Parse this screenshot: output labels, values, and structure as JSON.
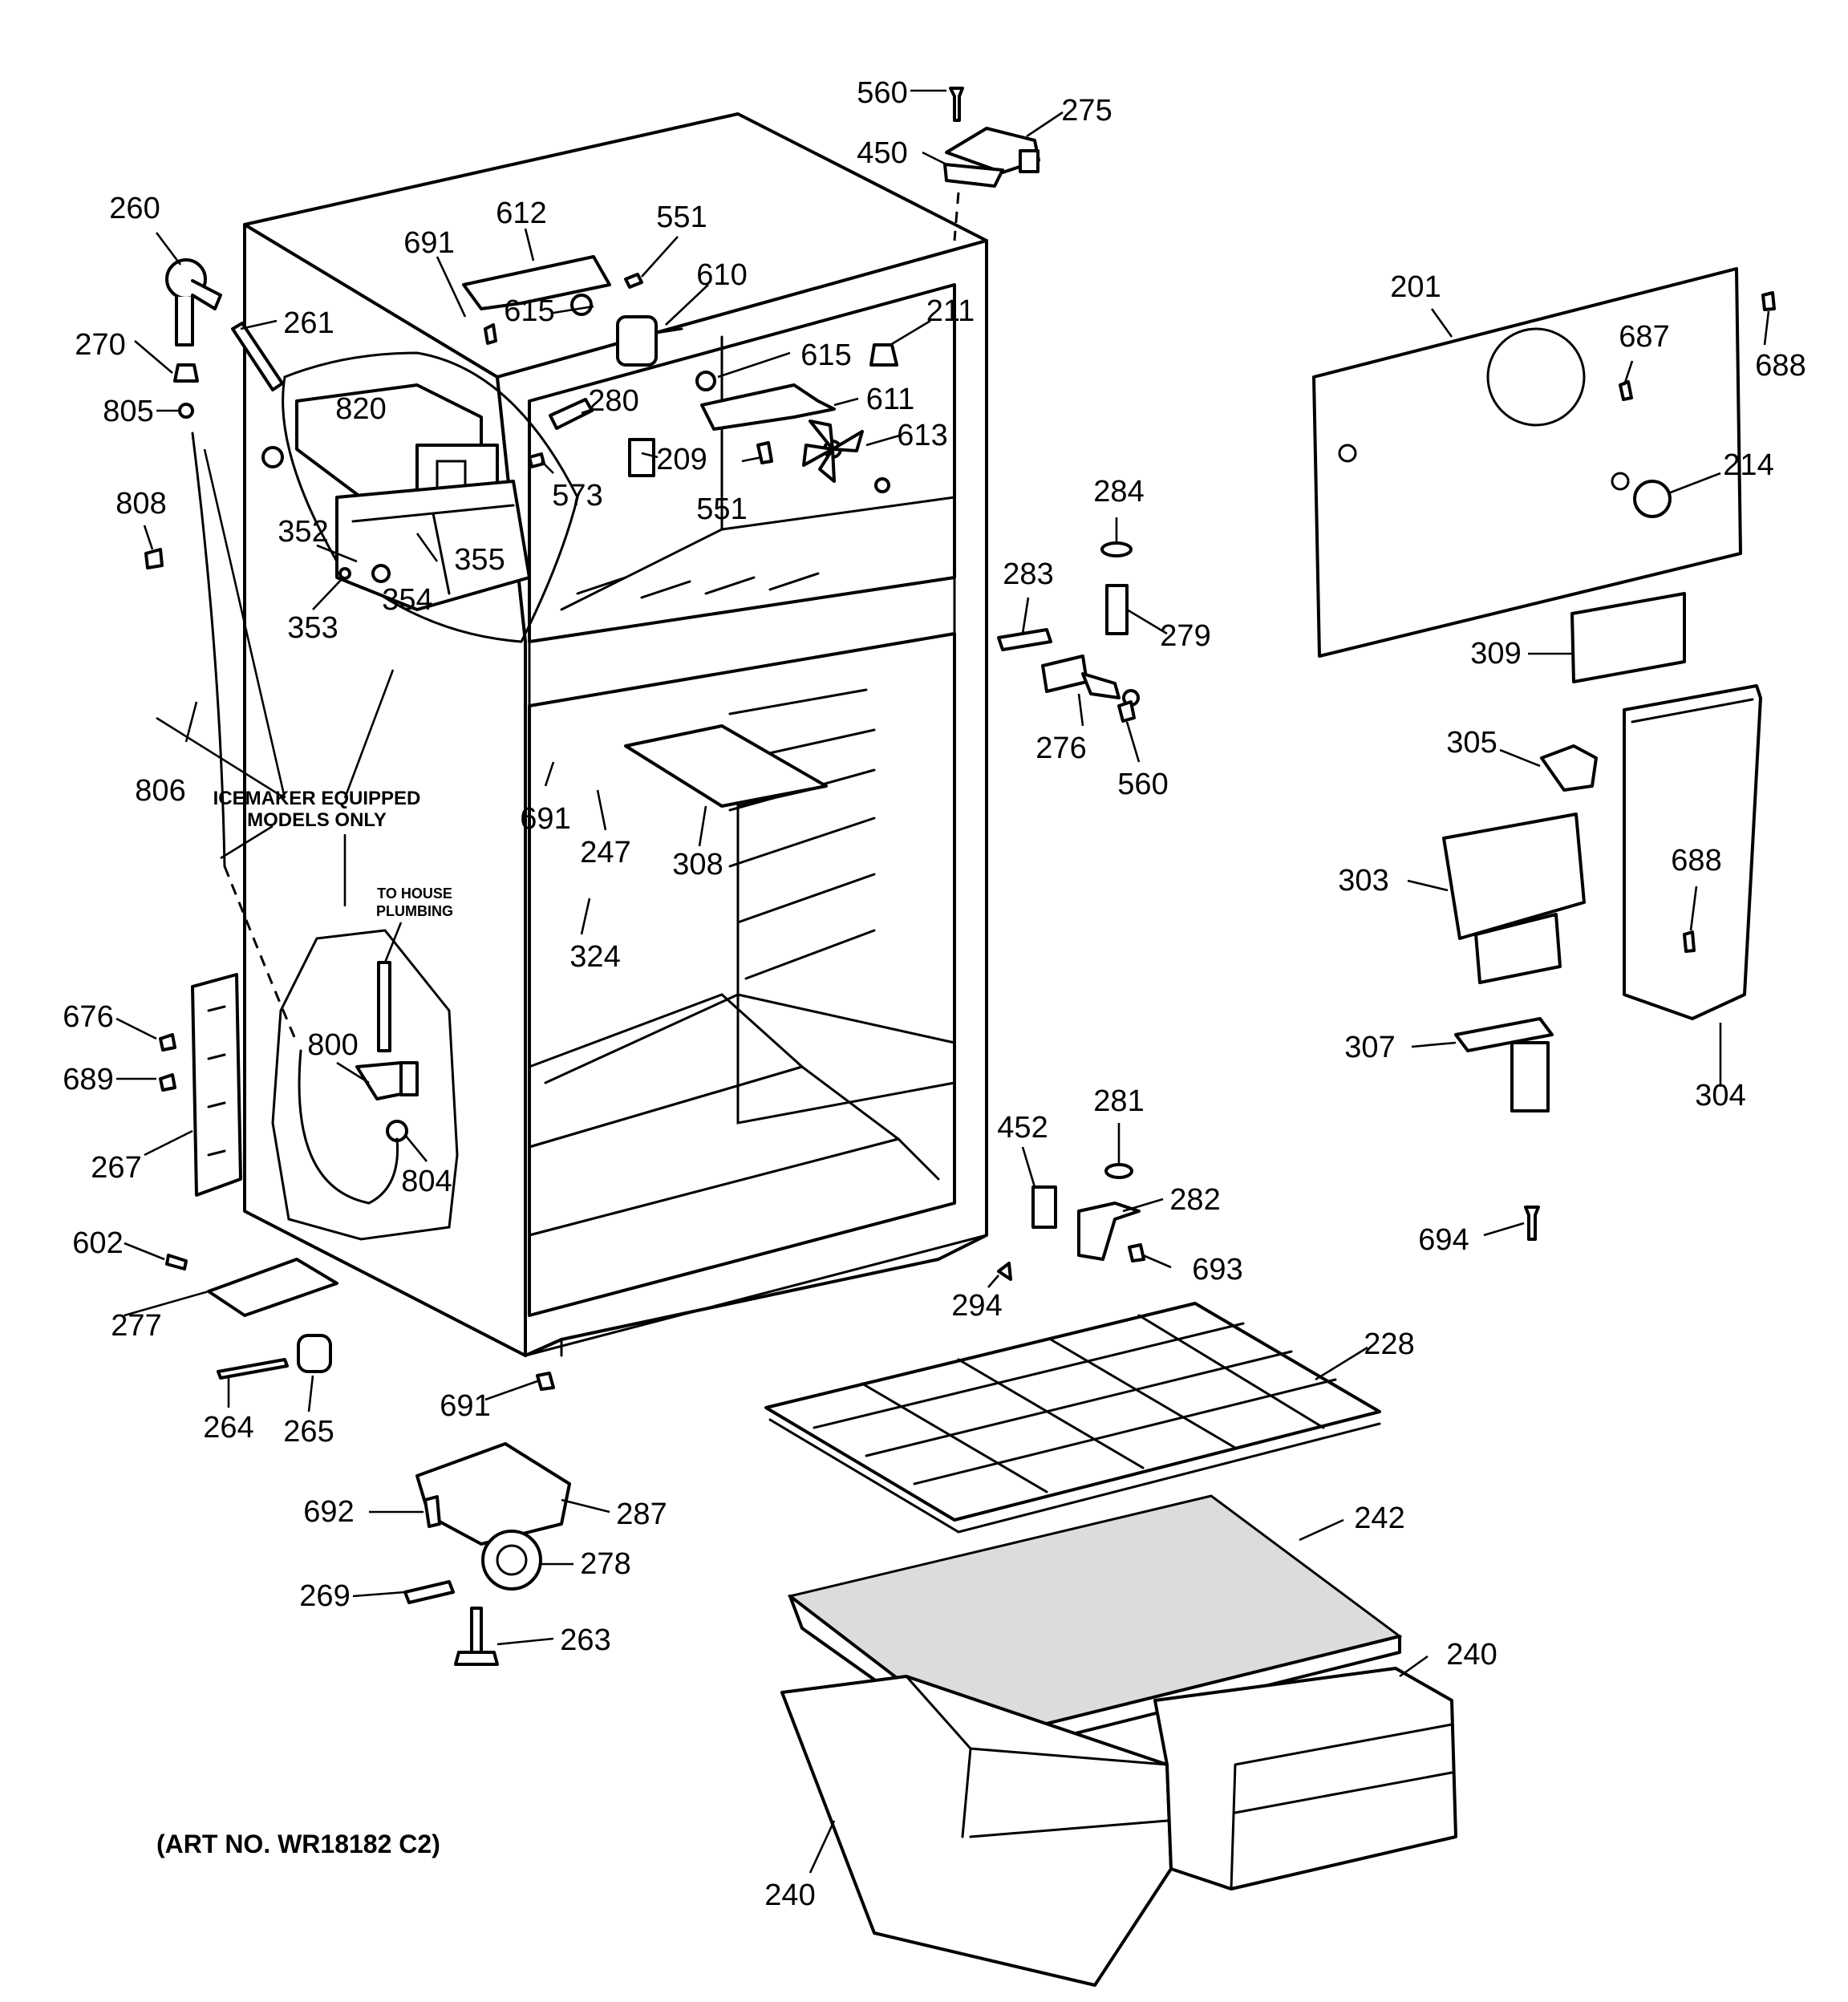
{
  "diagram": {
    "art_number": "(ART NO. WR18182 C2)",
    "notes": {
      "icemaker_line1": "ICEMAKER EQUIPPED",
      "icemaker_line2": "MODELS ONLY",
      "plumbing_line1": "TO HOUSE",
      "plumbing_line2": "PLUMBING"
    },
    "callouts": [
      {
        "id": "c560a",
        "text": "560"
      },
      {
        "id": "c275",
        "text": "275"
      },
      {
        "id": "c450",
        "text": "450"
      },
      {
        "id": "c260",
        "text": "260"
      },
      {
        "id": "c612",
        "text": "612"
      },
      {
        "id": "c551a",
        "text": "551"
      },
      {
        "id": "c691a",
        "text": "691"
      },
      {
        "id": "c610",
        "text": "610"
      },
      {
        "id": "c261",
        "text": "261"
      },
      {
        "id": "c211",
        "text": "211"
      },
      {
        "id": "c270",
        "text": "270"
      },
      {
        "id": "c615a",
        "text": "615"
      },
      {
        "id": "c615b",
        "text": "615"
      },
      {
        "id": "c611",
        "text": "611"
      },
      {
        "id": "c805",
        "text": "805"
      },
      {
        "id": "c820",
        "text": "820"
      },
      {
        "id": "c280",
        "text": "280"
      },
      {
        "id": "c613",
        "text": "613"
      },
      {
        "id": "c209",
        "text": "209"
      },
      {
        "id": "c573",
        "text": "573"
      },
      {
        "id": "c551b",
        "text": "551"
      },
      {
        "id": "c808",
        "text": "808"
      },
      {
        "id": "c352",
        "text": "352"
      },
      {
        "id": "c355",
        "text": "355"
      },
      {
        "id": "c354",
        "text": "354"
      },
      {
        "id": "c353",
        "text": "353"
      },
      {
        "id": "c284",
        "text": "284"
      },
      {
        "id": "c283",
        "text": "283"
      },
      {
        "id": "c279",
        "text": "279"
      },
      {
        "id": "c276",
        "text": "276"
      },
      {
        "id": "c560b",
        "text": "560"
      },
      {
        "id": "c201",
        "text": "201"
      },
      {
        "id": "c687",
        "text": "687"
      },
      {
        "id": "c688a",
        "text": "688"
      },
      {
        "id": "c214",
        "text": "214"
      },
      {
        "id": "c309",
        "text": "309"
      },
      {
        "id": "c305",
        "text": "305"
      },
      {
        "id": "c303",
        "text": "303"
      },
      {
        "id": "c688b",
        "text": "688"
      },
      {
        "id": "c307",
        "text": "307"
      },
      {
        "id": "c304",
        "text": "304"
      },
      {
        "id": "c806",
        "text": "806"
      },
      {
        "id": "c691b",
        "text": "691"
      },
      {
        "id": "c247",
        "text": "247"
      },
      {
        "id": "c308",
        "text": "308"
      },
      {
        "id": "c324",
        "text": "324"
      },
      {
        "id": "c676",
        "text": "676"
      },
      {
        "id": "c800",
        "text": "800"
      },
      {
        "id": "c689",
        "text": "689"
      },
      {
        "id": "c267",
        "text": "267"
      },
      {
        "id": "c804",
        "text": "804"
      },
      {
        "id": "c452",
        "text": "452"
      },
      {
        "id": "c281",
        "text": "281"
      },
      {
        "id": "c282",
        "text": "282"
      },
      {
        "id": "c693",
        "text": "693"
      },
      {
        "id": "c294",
        "text": "294"
      },
      {
        "id": "c694",
        "text": "694"
      },
      {
        "id": "c602",
        "text": "602"
      },
      {
        "id": "c277",
        "text": "277"
      },
      {
        "id": "c228",
        "text": "228"
      },
      {
        "id": "c264",
        "text": "264"
      },
      {
        "id": "c265",
        "text": "265"
      },
      {
        "id": "c691c",
        "text": "691"
      },
      {
        "id": "c692",
        "text": "692"
      },
      {
        "id": "c287",
        "text": "287"
      },
      {
        "id": "c242",
        "text": "242"
      },
      {
        "id": "c278",
        "text": "278"
      },
      {
        "id": "c269",
        "text": "269"
      },
      {
        "id": "c263",
        "text": "263"
      },
      {
        "id": "c240a",
        "text": "240"
      },
      {
        "id": "c240b",
        "text": "240"
      }
    ]
  }
}
